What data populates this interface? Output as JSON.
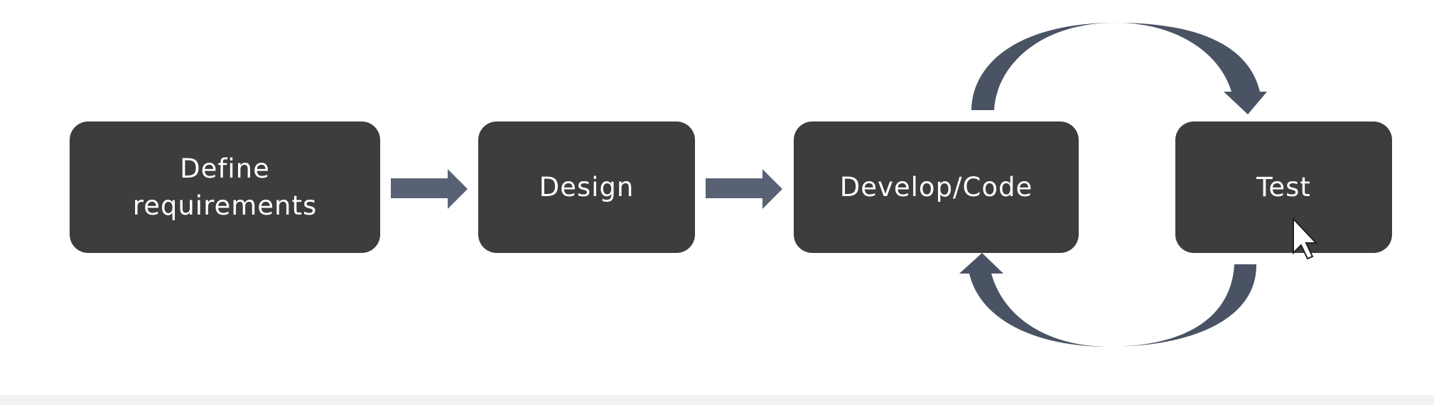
{
  "steps": [
    {
      "id": "define",
      "label": "Define requirements"
    },
    {
      "id": "design",
      "label": "Design"
    },
    {
      "id": "develop",
      "label": "Develop/Code"
    },
    {
      "id": "test",
      "label": "Test"
    }
  ],
  "colors": {
    "box": "#3d3d3d",
    "arrow": "#596274",
    "loop_arrow": "#4a5363",
    "text": "#ffffff",
    "background": "#ffffff"
  }
}
